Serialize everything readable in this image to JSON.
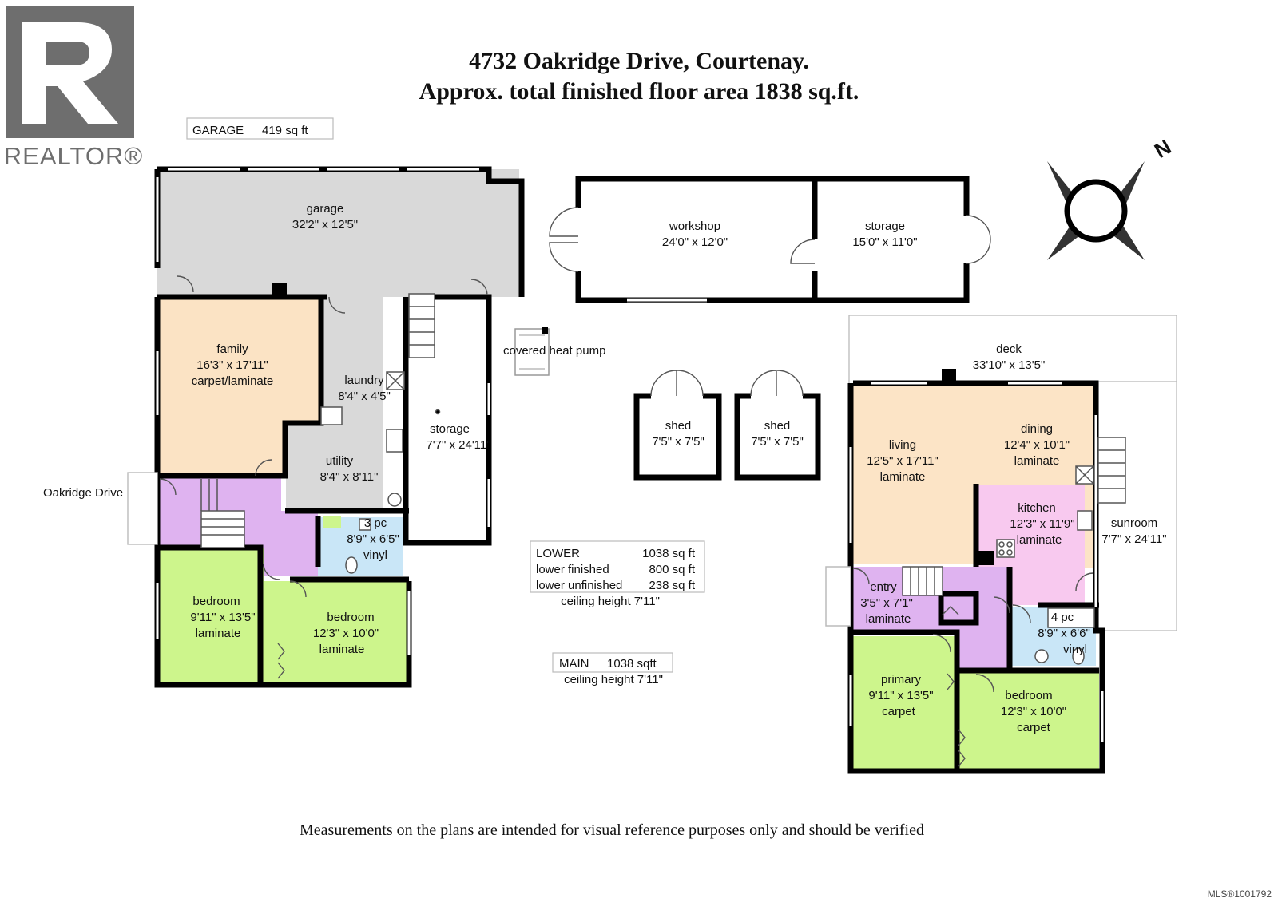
{
  "header": {
    "title_line1": "4732 Oakridge Drive, Courtenay.",
    "title_line2": "Approx. total finished floor area 1838 sq.ft."
  },
  "logo": {
    "text": "REALTOR®",
    "mark_color": "#6e6e6e"
  },
  "garage_label": {
    "name": "GARAGE",
    "area": "419 sq ft"
  },
  "compass": {
    "letter": "N"
  },
  "street_label": "Oakridge Drive",
  "colors": {
    "garage": "#d9d9d9",
    "family": "#fbe3c4",
    "hall": "#dfb3f0",
    "bedroom": "#cdf58c",
    "bath": "#c9e6f7",
    "living": "#fce4c6",
    "kitchen": "#f8c9ef"
  },
  "rooms": {
    "garage": {
      "name": "garage",
      "size": "32'2\" x 12'5\""
    },
    "workshop": {
      "name": "workshop",
      "size": "24'0\" x 12'0\""
    },
    "storage_top": {
      "name": "storage",
      "size": "15'0\" x 11'0\""
    },
    "heat_pump": {
      "name": "covered heat pump"
    },
    "family": {
      "name": "family",
      "size": "16'3\" x 17'11\"",
      "floor": "carpet/laminate"
    },
    "laundry": {
      "name": "laundry",
      "size": "8'4\" x 4'5\""
    },
    "utility": {
      "name": "utility",
      "size": "8'4\" x 8'11\""
    },
    "storage_lower": {
      "name": "storage",
      "size": "7'7\" x 24'11\""
    },
    "bath_lower": {
      "name": "3 pc",
      "size": "8'9\" x 6'5\"",
      "floor": "vinyl"
    },
    "bedroom_lower_left": {
      "name": "bedroom",
      "size": "9'11\" x 13'5\"",
      "floor": "laminate"
    },
    "bedroom_lower_right": {
      "name": "bedroom",
      "size": "12'3\" x 10'0\"",
      "floor": "laminate"
    },
    "shed1": {
      "name": "shed",
      "size": "7'5\" x 7'5\""
    },
    "shed2": {
      "name": "shed",
      "size": "7'5\" x 7'5\""
    },
    "deck": {
      "name": "deck",
      "size": "33'10\" x 13'5\""
    },
    "living": {
      "name": "living",
      "size": "12'5\" x 17'11\"",
      "floor": "laminate"
    },
    "dining": {
      "name": "dining",
      "size": "12'4\" x 10'1\"",
      "floor": "laminate"
    },
    "kitchen": {
      "name": "kitchen",
      "size": "12'3\" x 11'9\"",
      "floor": "laminate"
    },
    "sunroom": {
      "name": "sunroom",
      "size": "7'7\" x 24'11\""
    },
    "entry": {
      "name": "entry",
      "size": "3'5\" x 7'1\"",
      "floor": "laminate"
    },
    "bath_main": {
      "name": "4 pc",
      "size": "8'9\" x 6'6\"",
      "floor": "vinyl"
    },
    "primary": {
      "name": "primary",
      "size": "9'11\" x 13'5\"",
      "floor": "carpet"
    },
    "bedroom_main": {
      "name": "bedroom",
      "size": "12'3\" x 10'0\"",
      "floor": "carpet"
    }
  },
  "lower_summary": {
    "rows": [
      {
        "label": "LOWER",
        "value": "1038 sq ft"
      },
      {
        "label": "lower finished",
        "value": "800 sq ft"
      },
      {
        "label": "lower unfinished",
        "value": "238 sq ft"
      }
    ],
    "ceiling": "ceiling height 7'11\""
  },
  "main_summary": {
    "label": "MAIN",
    "value": "1038 sqft",
    "ceiling": "ceiling height 7'11\""
  },
  "disclaimer": "Measurements on the plans are intended for visual reference purposes only and should be verified",
  "mls": "MLS®1001792"
}
